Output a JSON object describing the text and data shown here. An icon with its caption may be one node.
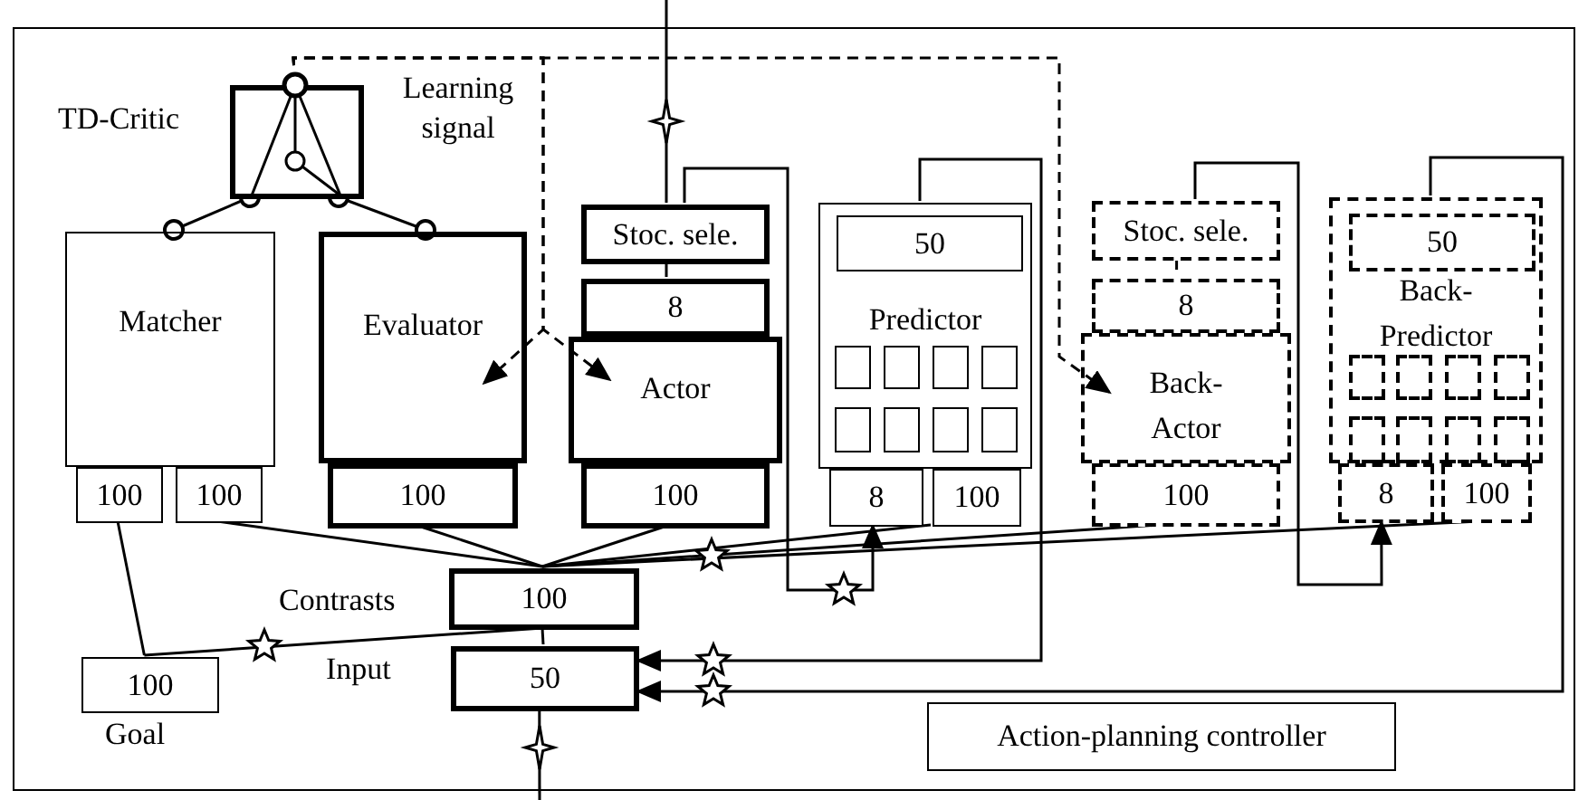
{
  "diagram": {
    "nodes": [
      {
        "text": [],
        "shape": "box"
      },
      {
        "text": [],
        "shape": "box",
        "beside": [
          "TD-Critic"
        ],
        "in": 0
      },
      {
        "text": [
          "Matcher"
        ],
        "in": 0
      },
      {
        "text": [
          "100"
        ],
        "in": 0
      },
      {
        "text": [
          "100"
        ],
        "in": 0
      },
      {
        "text": [
          "Evaluator"
        ],
        "in": 0
      },
      {
        "text": [
          "100"
        ],
        "in": 0
      },
      {
        "text": [
          "Stoc. sele."
        ],
        "in": 0
      },
      {
        "text": [
          "8"
        ],
        "in": 0
      },
      {
        "text": [
          "Actor"
        ],
        "in": 0
      },
      {
        "text": [
          "100"
        ],
        "in": 0
      },
      {
        "text": [
          "Predictor"
        ],
        "in": 0
      },
      {
        "text": [
          "50"
        ],
        "in": 11
      },
      {
        "text": [],
        "shape": "box",
        "in": 11
      },
      {
        "text": [],
        "shape": "box",
        "in": 11
      },
      {
        "text": [],
        "shape": "box",
        "in": 11
      },
      {
        "text": [],
        "shape": "box",
        "in": 11
      },
      {
        "text": [],
        "shape": "box",
        "in": 11
      },
      {
        "text": [],
        "shape": "box",
        "in": 11
      },
      {
        "text": [],
        "shape": "box",
        "in": 11
      },
      {
        "text": [],
        "shape": "box",
        "in": 11
      },
      {
        "text": [
          "8"
        ],
        "in": 0
      },
      {
        "text": [
          "100"
        ],
        "in": 0
      },
      {
        "text": [
          "Stoc. sele."
        ],
        "in": 0
      },
      {
        "text": [
          "8"
        ],
        "in": 0
      },
      {
        "text": [
          "Back-Actor"
        ],
        "in": 0
      },
      {
        "text": [
          "100"
        ],
        "in": 0
      },
      {
        "text": [
          "Back-Predictor"
        ],
        "in": 0
      },
      {
        "text": [
          "50"
        ],
        "in": 27
      },
      {
        "text": [],
        "shape": "box",
        "in": 27
      },
      {
        "text": [],
        "shape": "box",
        "in": 27
      },
      {
        "text": [],
        "shape": "box",
        "in": 27
      },
      {
        "text": [],
        "shape": "box",
        "in": 27
      },
      {
        "text": [],
        "shape": "box",
        "in": 27
      },
      {
        "text": [],
        "shape": "box",
        "in": 27
      },
      {
        "text": [],
        "shape": "box",
        "in": 27
      },
      {
        "text": [],
        "shape": "box",
        "in": 27
      },
      {
        "text": [
          "8"
        ],
        "in": 0
      },
      {
        "text": [
          "100"
        ],
        "in": 0
      },
      {
        "text": [
          "100"
        ],
        "beside": [
          "Contrasts"
        ],
        "in": 0
      },
      {
        "text": [
          "50"
        ],
        "beside": [
          "Input"
        ],
        "in": 0
      },
      {
        "text": [
          "100"
        ],
        "beside": [
          "Goal"
        ],
        "in": 0
      },
      {
        "text": [
          "Action-planning controller"
        ],
        "in": 0
      }
    ],
    "edges": [
      {
        "from": 1,
        "to": 5,
        "arrow": "to",
        "style": "dashed",
        "label": "Learning signal"
      },
      {
        "from": 1,
        "to": 9,
        "arrow": "to",
        "style": "dashed"
      },
      {
        "from": 1,
        "to": 25,
        "arrow": "to",
        "style": "dashed"
      },
      {
        "from": 1,
        "to": 2,
        "arrow": "other"
      },
      {
        "from": 1,
        "to": 5,
        "arrow": "other"
      },
      {
        "from": 7,
        "to": null,
        "arrow": "none"
      },
      {
        "from": 7,
        "to": 8,
        "arrow": "none"
      },
      {
        "from": 7,
        "to": 21,
        "arrow": "to"
      },
      {
        "from": 11,
        "to": 40,
        "arrow": "to"
      },
      {
        "from": 23,
        "to": 37,
        "arrow": "to"
      },
      {
        "from": 27,
        "to": 40,
        "arrow": "to"
      },
      {
        "from": 4,
        "to": 39,
        "arrow": "none"
      },
      {
        "from": 6,
        "to": 39,
        "arrow": "none"
      },
      {
        "from": 10,
        "to": 39,
        "arrow": "none"
      },
      {
        "from": 22,
        "to": 39,
        "arrow": "none"
      },
      {
        "from": 26,
        "to": 39,
        "arrow": "none"
      },
      {
        "from": 38,
        "to": 39,
        "arrow": "none"
      },
      {
        "from": 3,
        "to": 41,
        "arrow": "none"
      },
      {
        "from": 41,
        "to": 39,
        "arrow": "none"
      },
      {
        "from": 39,
        "to": 40,
        "arrow": "none"
      },
      {
        "from": 40,
        "to": null,
        "arrow": "none"
      },
      {
        "from": 23,
        "to": 24,
        "arrow": "none",
        "style": "dashed"
      }
    ]
  }
}
